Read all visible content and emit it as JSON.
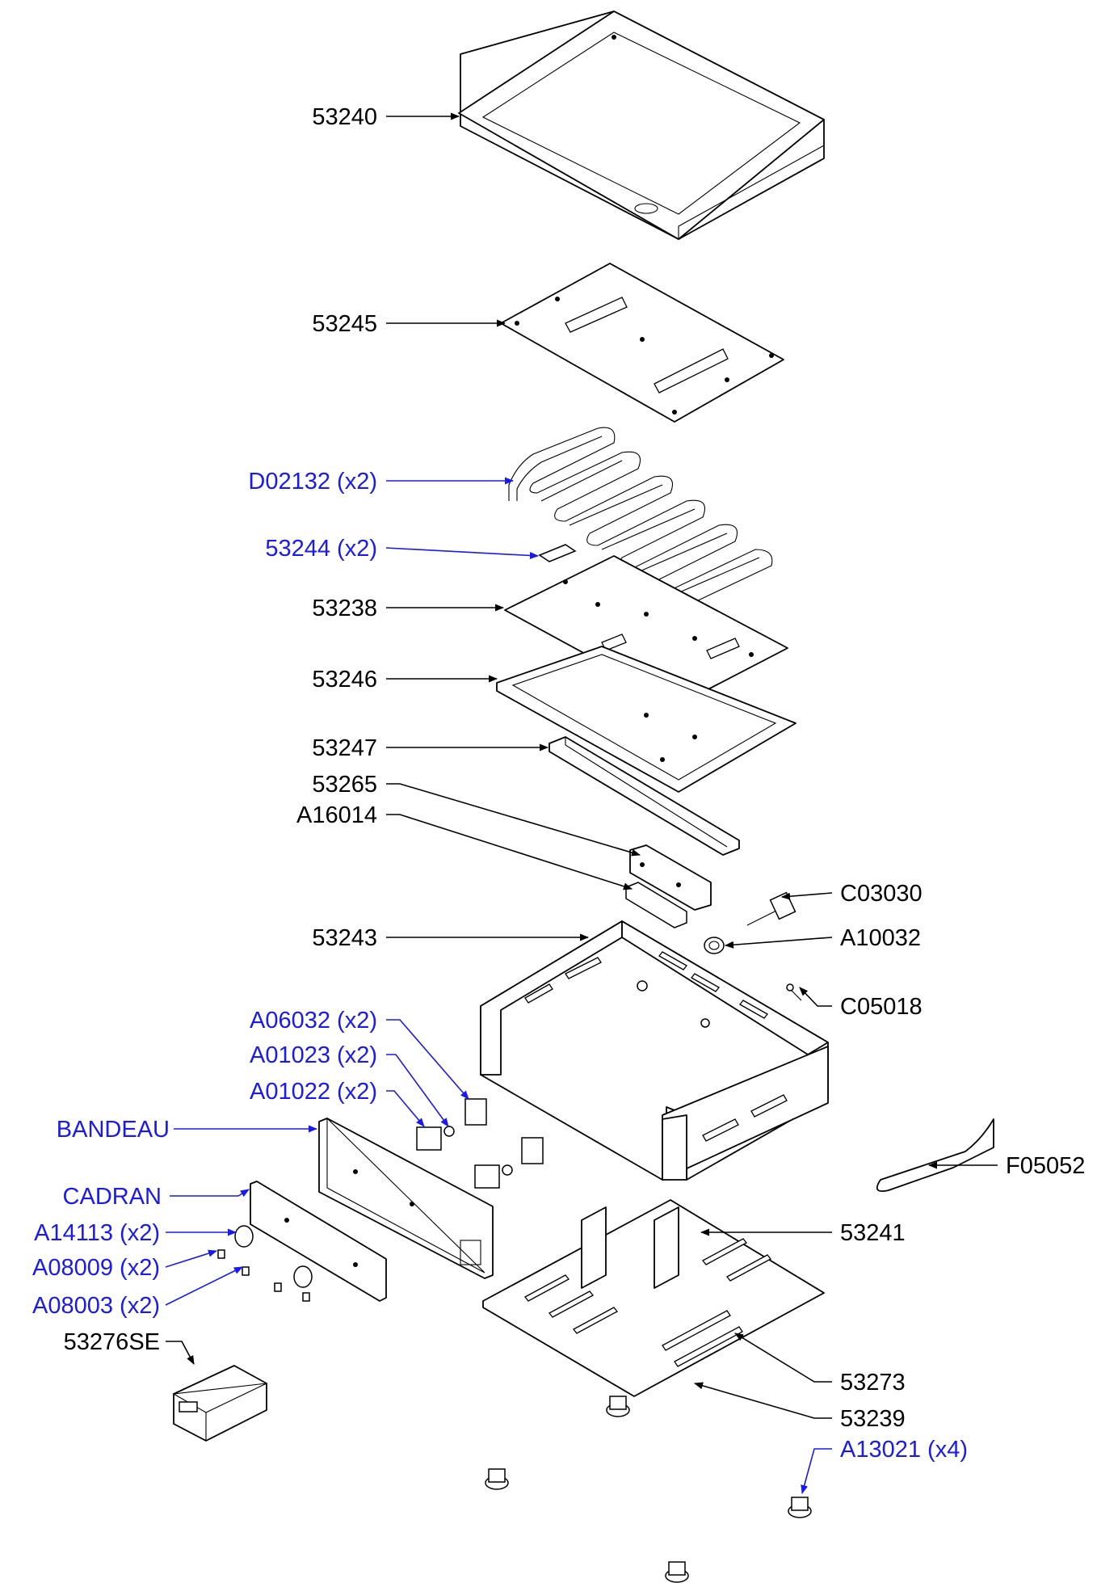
{
  "colors": {
    "black_label": "#000000",
    "blue_label": "#1a1aee"
  },
  "labels": {
    "p53240": "53240",
    "p53245": "53245",
    "d02132": "D02132  (x2)",
    "p53244": "53244  (x2)",
    "p53238": "53238",
    "p53246": "53246",
    "p53247": "53247",
    "p53265": "53265",
    "a16014": "A16014",
    "c03030": "C03030",
    "p53243": "53243",
    "a10032": "A10032",
    "c05018": "C05018",
    "a06032": "A06032  (x2)",
    "a01023": "A01023  (x2)",
    "a01022": "A01022  (x2)",
    "bandeau": "BANDEAU",
    "f05052": "F05052",
    "cadran": "CADRAN",
    "p53241": "53241",
    "a14113": "A14113  (x2)",
    "a08009": "A08009  (x2)",
    "a08003": "A08003  (x2)",
    "p53276se": "53276SE",
    "p53273": "53273",
    "p53239": "53239",
    "a13021": "A13021  (x4)"
  }
}
